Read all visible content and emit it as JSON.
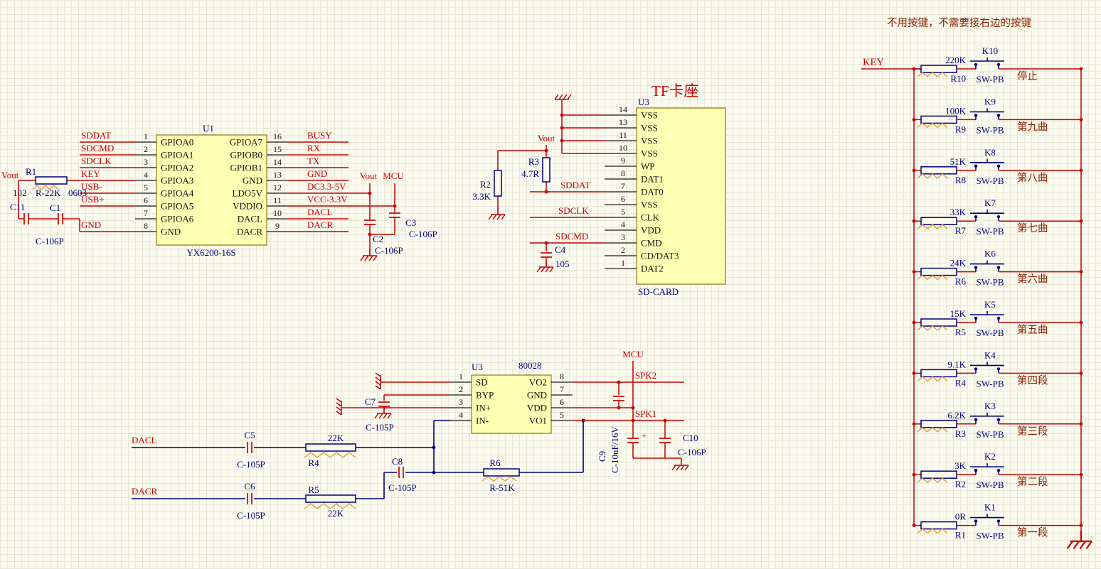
{
  "note": "不用按键，不需要接右边的按键",
  "u1": {
    "designator": "U1",
    "part": "YX6200-16S",
    "left_pins": [
      {
        "num": "1",
        "name": "GPIOA0",
        "net": "SDDAT"
      },
      {
        "num": "2",
        "name": "GPIOA1",
        "net": "SDCMD"
      },
      {
        "num": "3",
        "name": "GPIOA2",
        "net": "SDCLK"
      },
      {
        "num": "4",
        "name": "GPIOA3",
        "net": "KEY"
      },
      {
        "num": "5",
        "name": "GPIOA4",
        "net": "USB-"
      },
      {
        "num": "6",
        "name": "GPIOA5",
        "net": "USB+"
      },
      {
        "num": "7",
        "name": "GPIOA6",
        "net": ""
      },
      {
        "num": "8",
        "name": "GND",
        "net": "GND"
      }
    ],
    "right_pins": [
      {
        "num": "16",
        "name": "GPIOA7",
        "net": "BUSY"
      },
      {
        "num": "15",
        "name": "GPIOB0",
        "net": "RX"
      },
      {
        "num": "14",
        "name": "GPIOB1",
        "net": "TX"
      },
      {
        "num": "13",
        "name": "GND",
        "net": "GND"
      },
      {
        "num": "12",
        "name": "LDO5V",
        "net": "DC3.3-5V"
      },
      {
        "num": "11",
        "name": "VDDIO",
        "net": "VCC-3.3V"
      },
      {
        "num": "10",
        "name": "DACL",
        "net": "DACL"
      },
      {
        "num": "9",
        "name": "DACR",
        "net": "DACR"
      }
    ],
    "vout_net": "Vout",
    "r1": {
      "designator": "R1",
      "value": "R-22K",
      "footprint": "0603",
      "code": "102"
    },
    "c11": {
      "designator": "C11"
    },
    "c1": {
      "designator": "C1",
      "value": "C-106P"
    }
  },
  "power": {
    "vout": "Vout",
    "mcu": "MCU",
    "c2": {
      "designator": "C2",
      "value": "C-106P"
    },
    "c3": {
      "designator": "C3",
      "value": "C-106P"
    }
  },
  "tf": {
    "title": "TF卡座",
    "designator": "U3",
    "part": "SD-CARD",
    "pins": [
      {
        "num": "14",
        "name": "VSS"
      },
      {
        "num": "13",
        "name": "VSS"
      },
      {
        "num": "11",
        "name": "VSS"
      },
      {
        "num": "10",
        "name": "VSS"
      },
      {
        "num": "9",
        "name": "WP"
      },
      {
        "num": "8",
        "name": "DAT1"
      },
      {
        "num": "7",
        "name": "DAT0"
      },
      {
        "num": "6",
        "name": "VSS"
      },
      {
        "num": "5",
        "name": "CLK"
      },
      {
        "num": "4",
        "name": "VDD"
      },
      {
        "num": "3",
        "name": "CMD"
      },
      {
        "num": "2",
        "name": "CD/DAT3"
      },
      {
        "num": "1",
        "name": "DAT2"
      }
    ],
    "vout_net": "Vout",
    "sddat": "SDDAT",
    "sdclk": "SDCLK",
    "sdcmd": "SDCMD",
    "r2": {
      "designator": "R2",
      "value": "3.3K"
    },
    "r3": {
      "designator": "R3",
      "value": "4.7R"
    },
    "c4": {
      "designator": "C4",
      "value": "105"
    }
  },
  "amp": {
    "designator": "U3",
    "part": "80028",
    "left_pins": [
      {
        "num": "1",
        "name": "SD"
      },
      {
        "num": "2",
        "name": "BYP"
      },
      {
        "num": "3",
        "name": "IN+"
      },
      {
        "num": "4",
        "name": "IN-"
      }
    ],
    "right_pins": [
      {
        "num": "8",
        "name": "VO2"
      },
      {
        "num": "7",
        "name": "GND"
      },
      {
        "num": "6",
        "name": "VDD"
      },
      {
        "num": "5",
        "name": "VO1"
      }
    ],
    "mcu": "MCU",
    "spk1": "SPK1",
    "spk2": "SPK2",
    "dacl": "DACL",
    "dacr": "DACR",
    "plus": "+",
    "c5": {
      "designator": "C5",
      "value": "C-105P"
    },
    "c6": {
      "designator": "C6",
      "value": "C-105P"
    },
    "c7": {
      "designator": "C7",
      "value": "C-105P"
    },
    "c8": {
      "designator": "C8",
      "value": "C-105P"
    },
    "c9": {
      "designator": "C9",
      "value": "C-10uF/16V"
    },
    "c10": {
      "designator": "C10",
      "value": "C-106P"
    },
    "r4": {
      "designator": "R4",
      "value": "22K"
    },
    "r5": {
      "designator": "R5",
      "value": "22K"
    },
    "r6": {
      "designator": "R6",
      "value": "R-51K"
    }
  },
  "key_ladder": {
    "net": "KEY",
    "switch_type": "SW-PB",
    "rows": [
      {
        "key": "K10",
        "res_value": "220K",
        "res_designator": "R10",
        "label": "停止"
      },
      {
        "key": "K9",
        "res_value": "100K",
        "res_designator": "R9",
        "label": "第九曲"
      },
      {
        "key": "K8",
        "res_value": "51K",
        "res_designator": "R8",
        "label": "第八曲"
      },
      {
        "key": "K7",
        "res_value": "33K",
        "res_designator": "R7",
        "label": "第七曲"
      },
      {
        "key": "K6",
        "res_value": "24K",
        "res_designator": "R6",
        "label": "第六曲"
      },
      {
        "key": "K5",
        "res_value": "15K",
        "res_designator": "R5",
        "label": "第五曲"
      },
      {
        "key": "K4",
        "res_value": "9.1K",
        "res_designator": "R4",
        "label": "第四段"
      },
      {
        "key": "K3",
        "res_value": "6.2K",
        "res_designator": "R3",
        "label": "第三段"
      },
      {
        "key": "K2",
        "res_value": "3K",
        "res_designator": "R2",
        "label": "第二段"
      },
      {
        "key": "K1",
        "res_value": "0R",
        "res_designator": "R1",
        "label": "第一段"
      }
    ]
  }
}
